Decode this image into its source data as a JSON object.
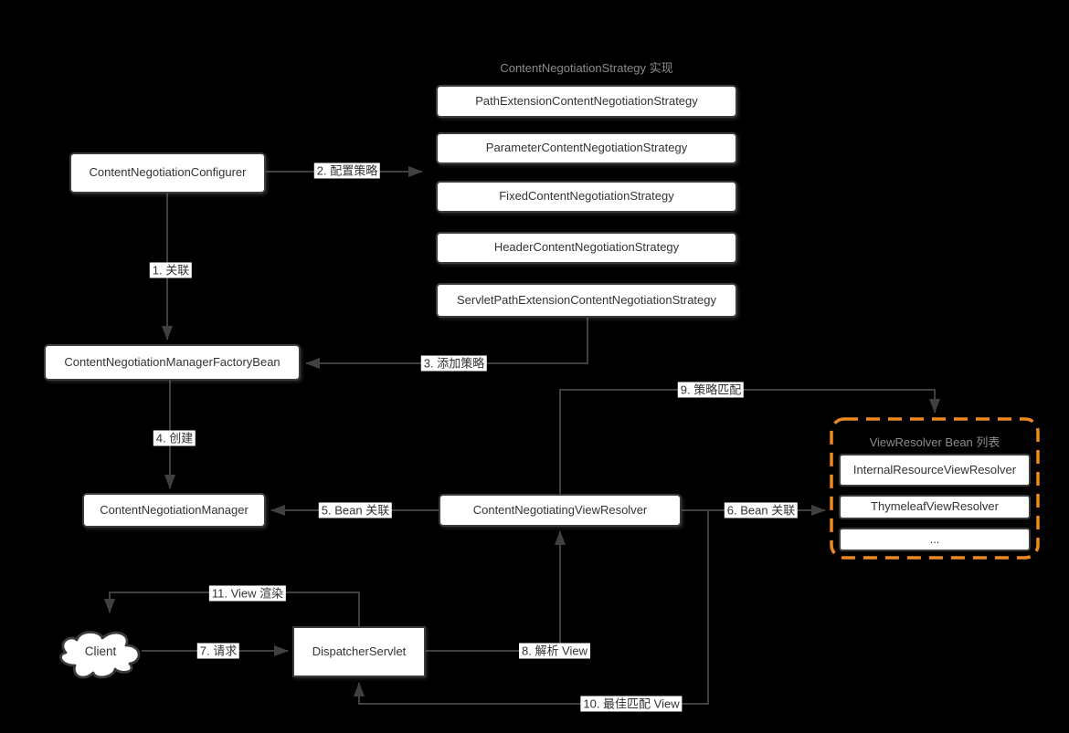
{
  "colors": {
    "background": "#000000",
    "line": "#404040",
    "box_border": "#3b3b3b",
    "box_fill": "#ffffff",
    "box_text": "#333333",
    "group_title_text": "#8c8c8c",
    "accent_orange": "#ee8821"
  },
  "strategy_group": {
    "title": "ContentNegotiationStrategy 实现",
    "implementations": [
      "PathExtensionContentNegotiationStrategy",
      "ParameterContentNegotiationStrategy",
      "FixedContentNegotiationStrategy",
      "HeaderContentNegotiationStrategy",
      "ServletPathExtensionContentNegotiationStrategy"
    ]
  },
  "nodes": {
    "configurer": "ContentNegotiationConfigurer",
    "manager_factory_bean": "ContentNegotiationManagerFactoryBean",
    "manager": "ContentNegotiationManager",
    "negotiating_view_resolver": "ContentNegotiatingViewResolver",
    "dispatcher_servlet": "DispatcherServlet",
    "client": "Client"
  },
  "view_resolver_group": {
    "title": "ViewResolver Bean 列表",
    "items": [
      "InternalResourceViewResolver",
      "ThymeleafViewResolver",
      "..."
    ]
  },
  "edge_labels": {
    "e1": "1. 关联",
    "e2": "2. 配置策略",
    "e3": "3. 添加策略",
    "e4": "4. 创建",
    "e5": "5. Bean 关联",
    "e6": "6. Bean 关联",
    "e7": "7. 请求",
    "e8": "8. 解析 View",
    "e9": "9. 策略匹配",
    "e10": "10. 最佳匹配 View",
    "e11": "11. View 渲染"
  }
}
